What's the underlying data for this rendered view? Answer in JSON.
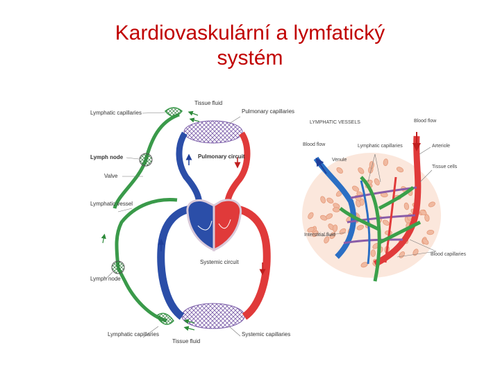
{
  "slide": {
    "title_line1": "Kardiovaskulární a lymfatický",
    "title_line2": "systém"
  },
  "left_diagram": {
    "labels": {
      "lymphatic_capillaries_top": "Lymphatic capillaries",
      "tissue_fluid_top": "Tissue fluid",
      "pulmonary_capillaries": "Pulmonary capillaries",
      "lymph_node_top": "Lymph node",
      "pulmonary_circuit": "Pulmonary circuit",
      "valve": "Valve",
      "lymphatic_vessel": "Lymphatic vessel",
      "systemic_circuit": "Systemic circuit",
      "lymph_node_bottom": "Lymph node",
      "lymphatic_capillaries_bottom": "Lymphatic capillaries",
      "tissue_fluid_bottom": "Tissue fluid",
      "systemic_capillaries": "Systemic capillaries"
    }
  },
  "right_diagram": {
    "labels": {
      "heading": "LYMPHATIC VESSELS",
      "blood_flow_left": "Blood flow",
      "venule": "Venule",
      "lymphatic_capillaries": "Lymphatic capillaries",
      "blood_flow_right": "Blood flow",
      "arteriole": "Arteriole",
      "tissue_cells": "Tissue cells",
      "interstitial_fluid": "Interstitial fluid",
      "blood_capillaries": "Blood capillaries"
    }
  },
  "colors": {
    "title": "#c00000",
    "artery": "#e03a3a",
    "vein": "#2b4ea8",
    "lymph": "#3a9a4a",
    "capillary": "#7a5ca8",
    "tissue": "#f0b9a0"
  }
}
